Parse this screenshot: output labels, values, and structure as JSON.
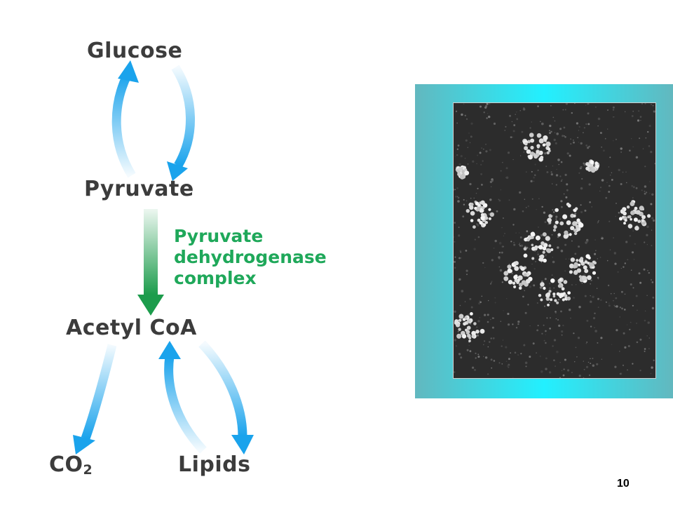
{
  "diagram": {
    "nodes": {
      "glucose": "Glucose",
      "pyruvate": "Pyruvate",
      "acetyl_coa": "Acetyl CoA",
      "co2_base": "CO",
      "co2_subscript": "2",
      "lipids": "Lipids"
    },
    "enzyme_label": [
      "Pyruvate",
      "dehydrogenase",
      "complex"
    ],
    "colors": {
      "node_text": "#3c3c3c",
      "enzyme_text": "#1fa85a",
      "arrow_blue": "#1aa3ec",
      "arrow_green": "#1c9c4c",
      "frame_outer": "#62b8bf",
      "frame_inner": "#22f0ff"
    }
  },
  "figure": {
    "icon": "electron-micrograph-image"
  },
  "page_number": "10"
}
